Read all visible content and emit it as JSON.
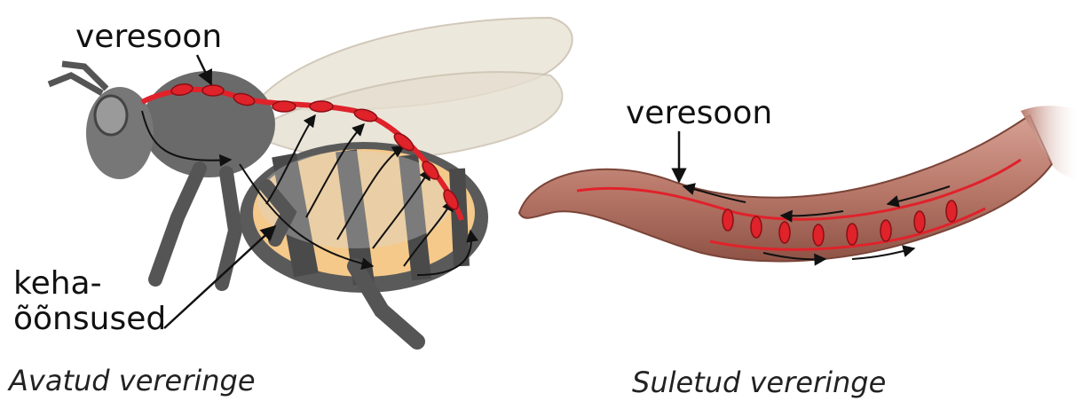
{
  "labels": {
    "bee_vessel": "veresoon",
    "body_cavity_line1": "keha-",
    "body_cavity_line2": "õõnsused",
    "worm_vessel": "veresoon"
  },
  "captions": {
    "open": "Avatud vereringe",
    "closed": "Suletud vereringe"
  },
  "colors": {
    "vessel": "#e0222b",
    "bee_body": "#5a5a5a",
    "bee_stripe": "#f5c98a",
    "wing": "#e9e2d2",
    "worm": "#b9796a"
  }
}
